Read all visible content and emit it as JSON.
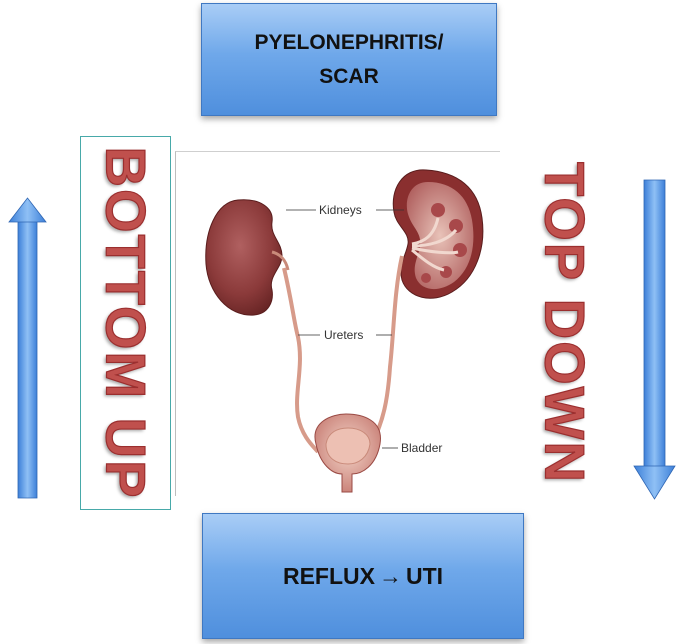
{
  "top_box": {
    "line1": "PYELONEPHRITIS/",
    "line2": "SCAR"
  },
  "bottom_box": {
    "left": "REFLUX",
    "arrow": "→",
    "right": "UTI"
  },
  "side_labels": {
    "left": "BOTTOM UP",
    "right": "TOP DOWN"
  },
  "anatomy": {
    "kidneys": "Kidneys",
    "ureters": "Ureters",
    "bladder": "Bladder"
  },
  "colors": {
    "box_gradient_top": "#a9cdf6",
    "box_gradient_bottom": "#4f8fdd",
    "side_label": "#c0504d",
    "arrow": "#5b9be8",
    "kidney": "#8b3a3a",
    "frame": "#47a9a9"
  },
  "arrows": {
    "left": "up-arrow",
    "right": "down-arrow"
  }
}
